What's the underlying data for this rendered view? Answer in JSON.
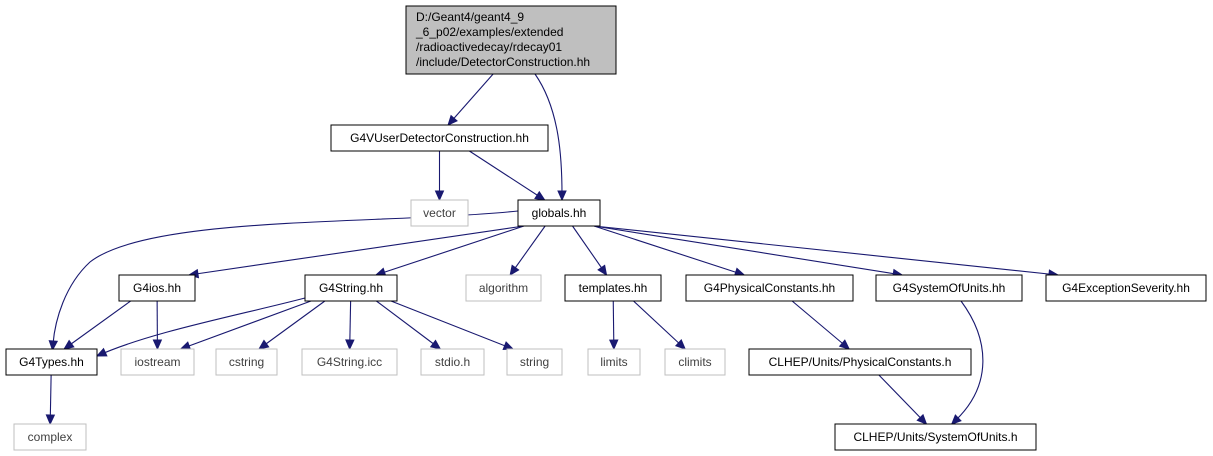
{
  "graph": {
    "root_label_lines": [
      "D:/Geant4/geant4_9",
      "_6_p02/examples/extended",
      "/radioactivedecay/rdecay01",
      "/include/DetectorConstruction.hh"
    ],
    "nodes": {
      "g4vuser": {
        "label": "G4VUserDetectorConstruction.hh",
        "style": "normal"
      },
      "vector": {
        "label": "vector",
        "style": "system"
      },
      "globals": {
        "label": "globals.hh",
        "style": "normal"
      },
      "g4ios": {
        "label": "G4ios.hh",
        "style": "normal"
      },
      "g4string": {
        "label": "G4String.hh",
        "style": "normal"
      },
      "algorithm": {
        "label": "algorithm",
        "style": "system"
      },
      "templates": {
        "label": "templates.hh",
        "style": "normal"
      },
      "g4physconst": {
        "label": "G4PhysicalConstants.hh",
        "style": "normal"
      },
      "g4sysunits": {
        "label": "G4SystemOfUnits.hh",
        "style": "normal"
      },
      "g4excsev": {
        "label": "G4ExceptionSeverity.hh",
        "style": "normal"
      },
      "g4types": {
        "label": "G4Types.hh",
        "style": "normal"
      },
      "iostream": {
        "label": "iostream",
        "style": "system"
      },
      "cstring": {
        "label": "cstring",
        "style": "system"
      },
      "g4stringicc": {
        "label": "G4String.icc",
        "style": "system"
      },
      "stdio": {
        "label": "stdio.h",
        "style": "system"
      },
      "string": {
        "label": "string",
        "style": "system"
      },
      "limits": {
        "label": "limits",
        "style": "system"
      },
      "climits": {
        "label": "climits",
        "style": "system"
      },
      "clhepphys": {
        "label": "CLHEP/Units/PhysicalConstants.h",
        "style": "normal"
      },
      "complex": {
        "label": "complex",
        "style": "system"
      },
      "clhepsys": {
        "label": "CLHEP/Units/SystemOfUnits.h",
        "style": "normal"
      }
    },
    "edges": [
      [
        "root",
        "g4vuser"
      ],
      [
        "root",
        "globals"
      ],
      [
        "g4vuser",
        "vector"
      ],
      [
        "g4vuser",
        "globals"
      ],
      [
        "globals",
        "g4types"
      ],
      [
        "globals",
        "g4ios"
      ],
      [
        "globals",
        "g4string"
      ],
      [
        "globals",
        "algorithm"
      ],
      [
        "globals",
        "templates"
      ],
      [
        "globals",
        "g4physconst"
      ],
      [
        "globals",
        "g4sysunits"
      ],
      [
        "globals",
        "g4excsev"
      ],
      [
        "g4ios",
        "g4types"
      ],
      [
        "g4ios",
        "iostream"
      ],
      [
        "g4string",
        "g4types"
      ],
      [
        "g4string",
        "iostream"
      ],
      [
        "g4string",
        "cstring"
      ],
      [
        "g4string",
        "g4stringicc"
      ],
      [
        "g4string",
        "stdio"
      ],
      [
        "g4string",
        "string"
      ],
      [
        "g4types",
        "complex"
      ],
      [
        "templates",
        "limits"
      ],
      [
        "templates",
        "climits"
      ],
      [
        "g4physconst",
        "clhepphys"
      ],
      [
        "g4sysunits",
        "clhepsys"
      ],
      [
        "clhepphys",
        "clhepsys"
      ]
    ],
    "colors": {
      "root_fill": "#bfbfbf",
      "node_stroke": "#000000",
      "system_stroke": "#bfbfbf",
      "system_text": "#404040",
      "edge": "#191970",
      "text": "#000000"
    }
  }
}
